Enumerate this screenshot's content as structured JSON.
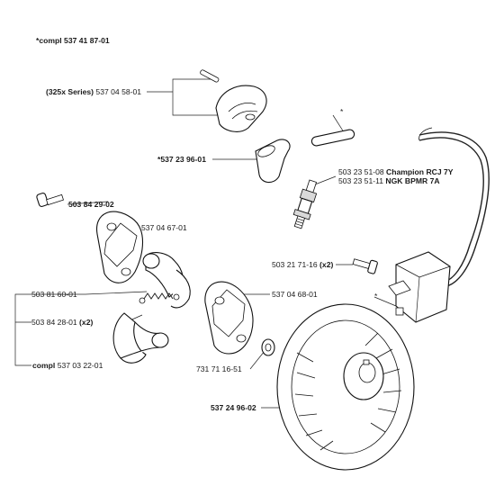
{
  "labels": {
    "top_set": {
      "bold": "*compl 537 41 87-01",
      "normal": ""
    },
    "cap_series": {
      "bold": "(325x Series)",
      "normal": " 537 04 58-01"
    },
    "boot": {
      "bold": "*537 23 96-01",
      "normal": ""
    },
    "spark_1": {
      "normal": "503 23 51-08 ",
      "bold": "Champion RCJ 7Y"
    },
    "spark_2": {
      "normal": "503 23 51-11 ",
      "bold": "NGK BPMR 7A"
    },
    "screw_top": {
      "bold": "503 84 29-02",
      "normal": ""
    },
    "plate_1": {
      "bold": "",
      "normal": "537 04 67-01"
    },
    "coil_screw": {
      "normal": "503 21 71-16 ",
      "bold": "(x2)"
    },
    "spring": {
      "bold": "",
      "normal": "503 81 60-01"
    },
    "plate_2": {
      "bold": "",
      "normal": "537 04 68-01"
    },
    "shoe": {
      "normal": "503 84 28-01 ",
      "bold": "(x2)"
    },
    "washer": {
      "bold": "",
      "normal": "731 71 16-51"
    },
    "clutch_compl": {
      "bold": "compl",
      "normal": " 537 03 22-01"
    },
    "flywheel": {
      "bold": "537 24 96-02",
      "normal": ""
    },
    "star_1": "*",
    "star_2": "*"
  }
}
